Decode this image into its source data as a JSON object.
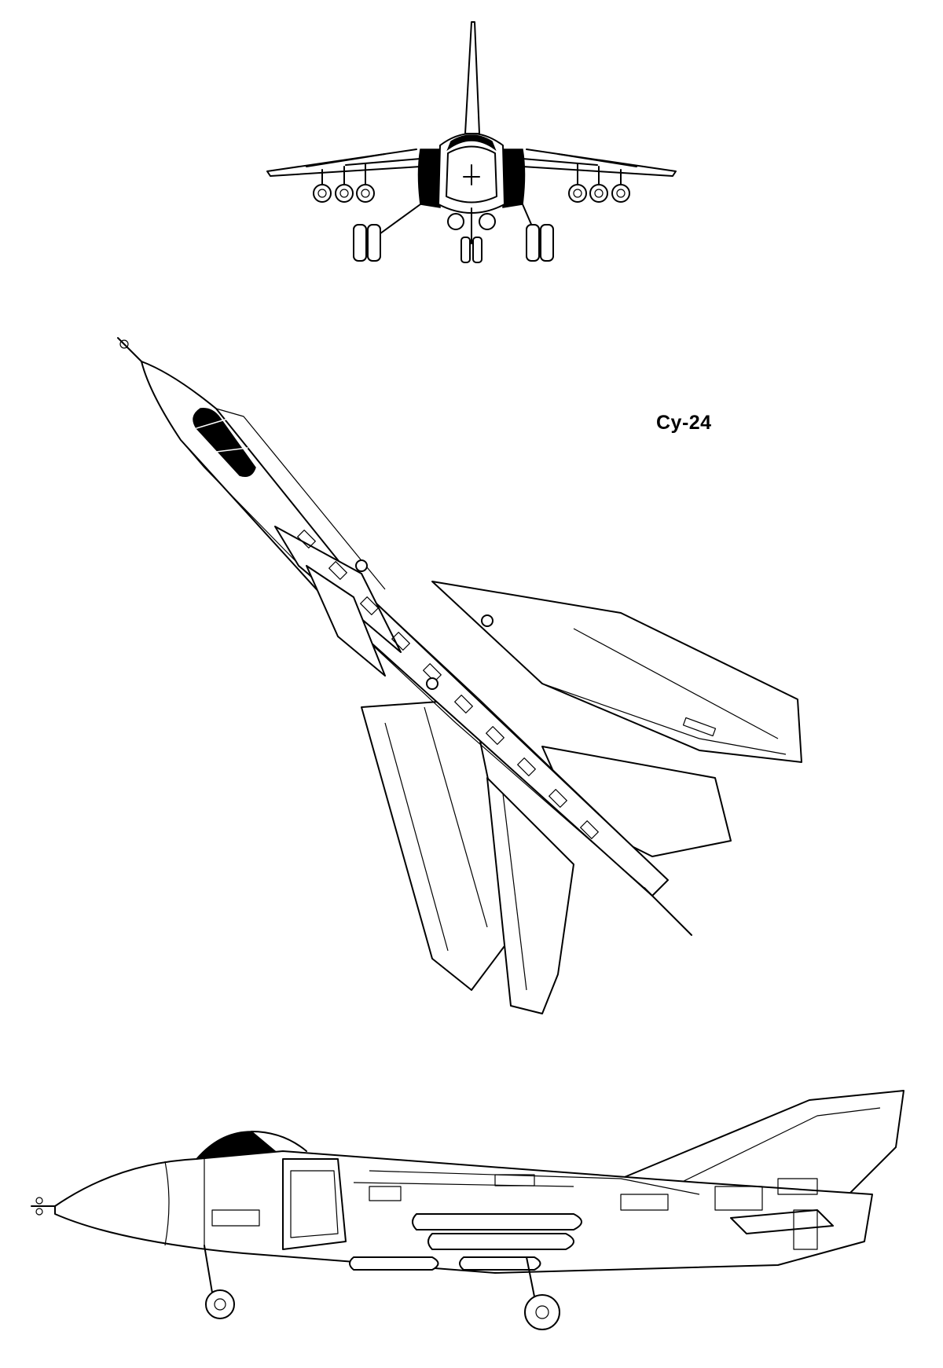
{
  "drawing": {
    "title": "Су-24",
    "line_color": "#000000",
    "background_color": "#ffffff",
    "views": [
      {
        "name": "front-view"
      },
      {
        "name": "top-view"
      },
      {
        "name": "side-view"
      }
    ]
  }
}
